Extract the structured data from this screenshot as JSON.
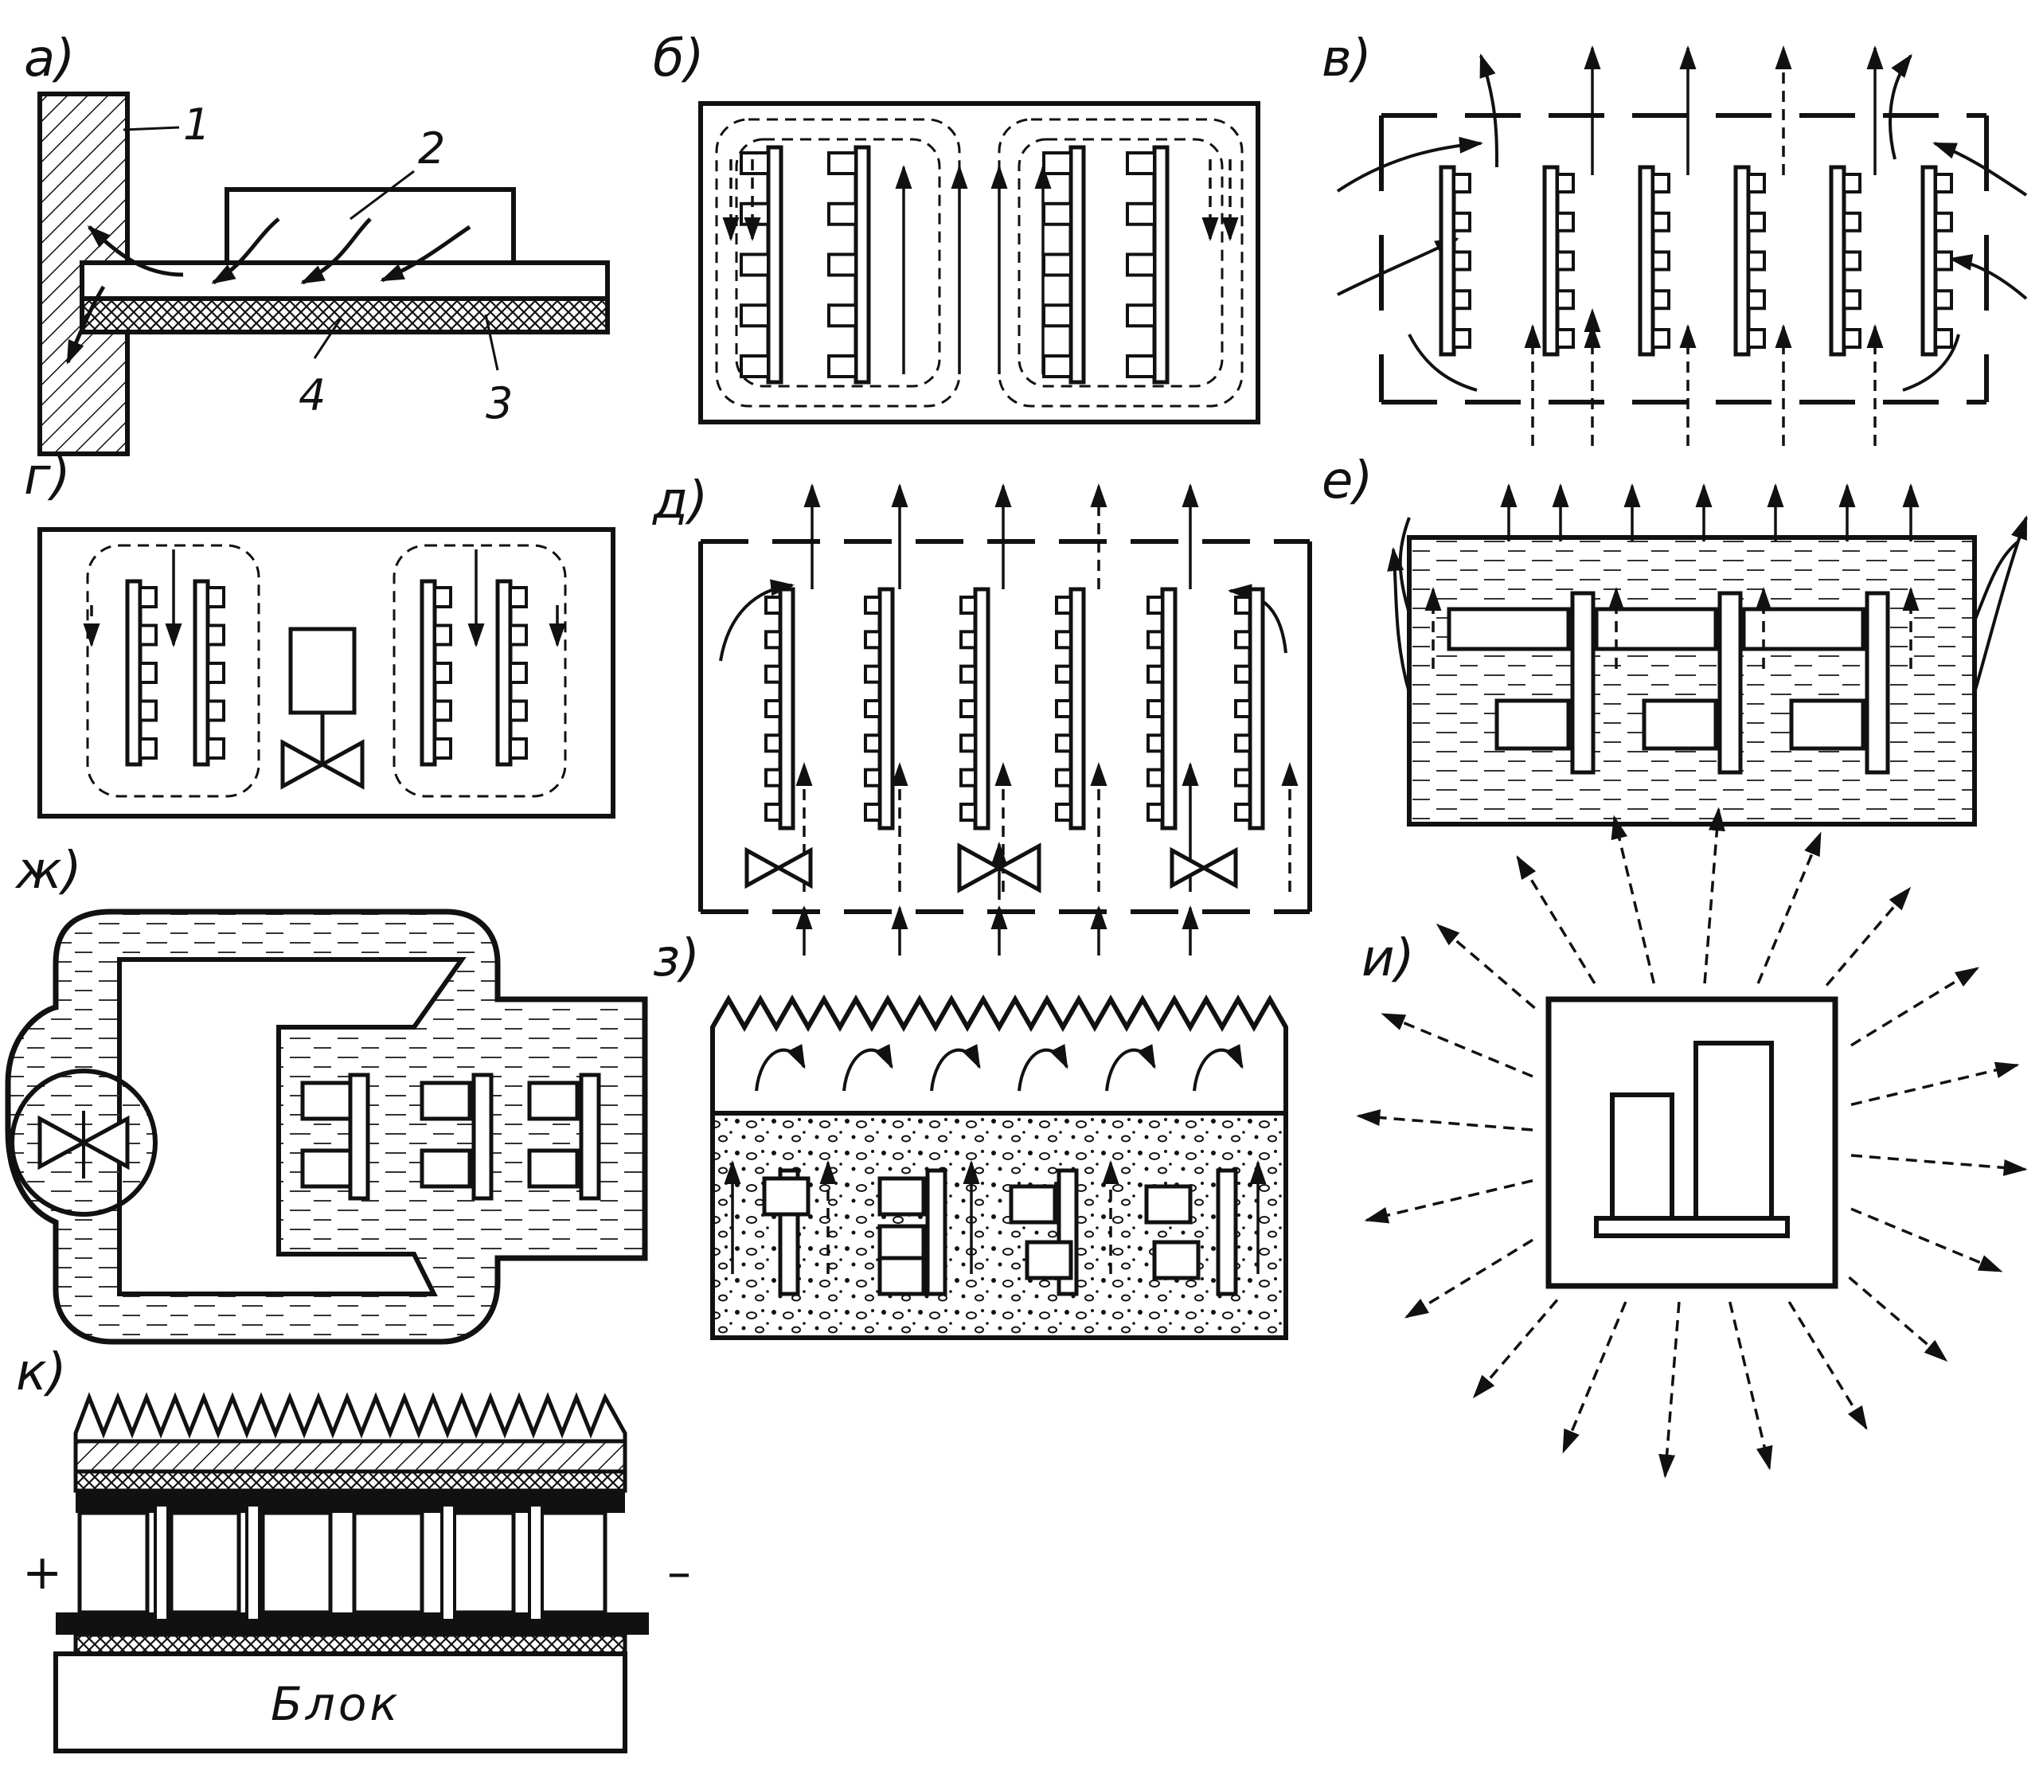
{
  "panels": {
    "a": {
      "letter": "а)",
      "callouts": [
        "1",
        "2",
        "3",
        "4"
      ]
    },
    "b": {
      "letter": "б)"
    },
    "v": {
      "letter": "в)"
    },
    "g": {
      "letter": "г)"
    },
    "d": {
      "letter": "д)"
    },
    "e": {
      "letter": "е)"
    },
    "zh": {
      "letter": "ж)"
    },
    "z": {
      "letter": "з)"
    },
    "i": {
      "letter": "и)"
    },
    "k": {
      "letter": "к)",
      "plus": "+",
      "minus": "–",
      "block": "Блок"
    }
  }
}
